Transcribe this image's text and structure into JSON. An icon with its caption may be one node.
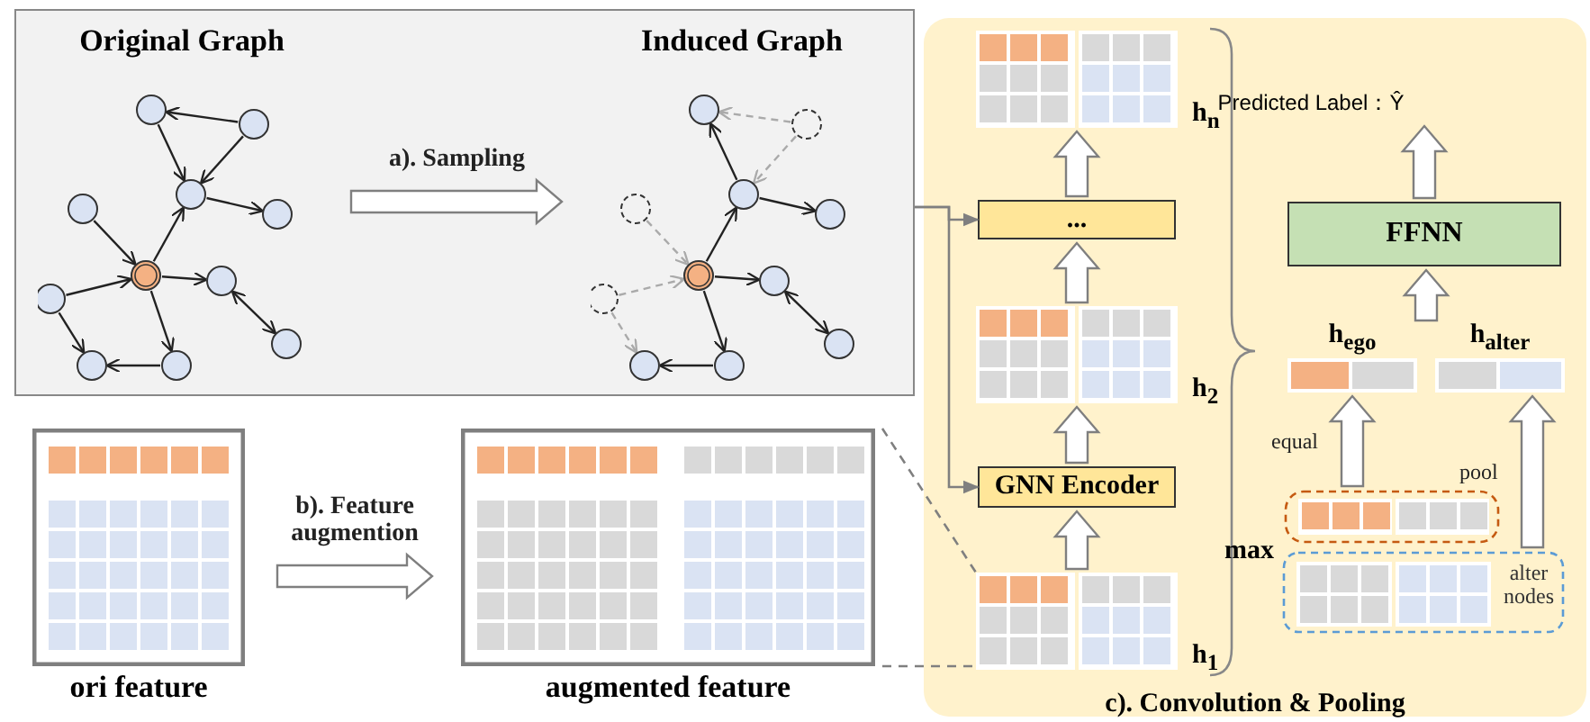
{
  "diagram": {
    "nodes": [
      {
        "text": [],
        "shape": "box"
      },
      {
        "text": [
          "Original Graph"
        ],
        "in": 0
      },
      {
        "text": [
          "Induced Graph"
        ],
        "in": 0
      },
      {
        "text": [
          "ori feature"
        ]
      },
      {
        "text": [
          "augmented feature"
        ]
      },
      {
        "text": [
          "c). Convolution & Pooling"
        ]
      },
      {
        "text": [],
        "shape": "box",
        "beside": [
          "h$_{1}$"
        ],
        "in": 5
      },
      {
        "text": [
          "GNN Encoder"
        ],
        "in": 5
      },
      {
        "text": [],
        "shape": "box",
        "beside": [
          "h$_{2}$"
        ],
        "in": 5
      },
      {
        "text": [
          "..."
        ],
        "in": 5
      },
      {
        "text": [],
        "shape": "box",
        "beside": [
          "h$_{n}$"
        ],
        "in": 5
      },
      {
        "text": [
          "FFNN"
        ],
        "in": 5
      },
      {
        "text": [
          "Predicted Label：Ŷ"
        ],
        "in": 5
      },
      {
        "text": [
          "h$_{ego}$"
        ],
        "in": 5
      },
      {
        "text": [
          "h$_{alter}$"
        ],
        "in": 5
      },
      {
        "text": [],
        "shape": "box",
        "in": 5
      },
      {
        "text": [
          "alter nodes"
        ],
        "in": 5
      }
    ],
    "edges": [
      {
        "from": 1,
        "to": 2,
        "arrow": "to",
        "label": "a). Sampling",
        "style": "thick"
      },
      {
        "from": 3,
        "to": 4,
        "arrow": "to",
        "label": "b). Feature augmention",
        "style": "thick"
      },
      {
        "from": 4,
        "to": 6,
        "arrow": "none",
        "style": "dashed"
      },
      {
        "from": 0,
        "to": 9,
        "arrow": "to"
      },
      {
        "from": 0,
        "to": 7,
        "arrow": "to"
      },
      {
        "from": 6,
        "to": 7,
        "arrow": "to",
        "style": "thick"
      },
      {
        "from": 7,
        "to": 8,
        "arrow": "to",
        "style": "thick"
      },
      {
        "from": 8,
        "to": 9,
        "arrow": "to",
        "style": "thick"
      },
      {
        "from": 9,
        "to": 10,
        "arrow": "to",
        "style": "thick"
      },
      {
        "from": 15,
        "to": 13,
        "arrow": "to",
        "label": "equal",
        "style": "thick"
      },
      {
        "from": 16,
        "to": 14,
        "arrow": "to",
        "label": "pool",
        "style": "thick"
      },
      {
        "from": 13,
        "to": 11,
        "arrow": "to",
        "style": "thick"
      },
      {
        "from": 14,
        "to": 11,
        "arrow": "to",
        "style": "thick"
      },
      {
        "from": 11,
        "to": 12,
        "arrow": "to",
        "style": "thick"
      }
    ],
    "labels": [
      "max"
    ]
  }
}
